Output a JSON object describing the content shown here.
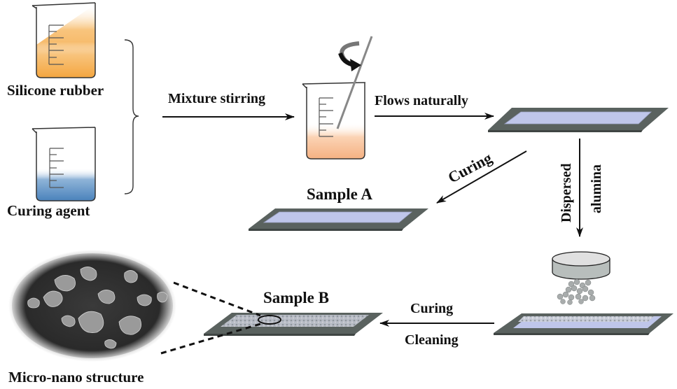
{
  "labels": {
    "silicone_rubber": "Silicone rubber",
    "curing_agent": "Curing agent",
    "mixture_stirring": "Mixture stirring",
    "flows_naturally": "Flows naturally",
    "curing_diag": "Curing",
    "dispersed": "Dispersed",
    "alumina": "alumina",
    "sample_a": "Sample A",
    "sample_b": "Sample B",
    "curing_bottom": "Curing",
    "cleaning": "Cleaning",
    "micro_nano": "Micro-nano structure"
  },
  "colors": {
    "silicone": "#f5a94a",
    "curing_agent": "#4f86bd",
    "mixture": "#f7b98a",
    "plate_dark": "#5a625f",
    "plate_film": "#bfc6ea",
    "arrow": "#111111"
  }
}
